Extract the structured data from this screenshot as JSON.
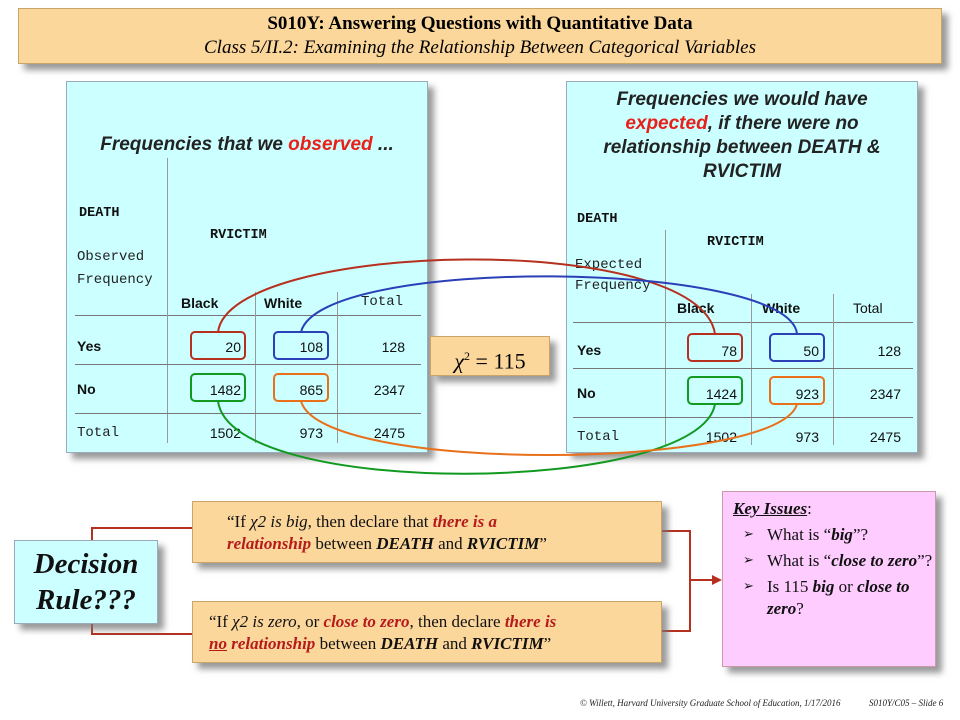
{
  "title": {
    "line1": "S010Y: Answering Questions with Quantitative Data",
    "line2": "Class 5/II.2:  Examining the Relationship Between Categorical Variables"
  },
  "observed": {
    "heading_pre": "Frequencies that we ",
    "heading_red": "observed",
    "heading_post": " ...",
    "row_var": "DEATH",
    "col_var": "RVICTIM",
    "freq_label_1": "Observed",
    "freq_label_2": "Frequency",
    "columns": [
      "Black",
      "White",
      "Total"
    ],
    "rows": [
      {
        "label": "Yes",
        "values": [
          "20",
          "108",
          "128"
        ]
      },
      {
        "label": "No",
        "values": [
          "1482",
          "865",
          "2347"
        ]
      },
      {
        "label": "Total",
        "values": [
          "1502",
          "973",
          "2475"
        ]
      }
    ]
  },
  "expected": {
    "heading_l1": "Frequencies we would have",
    "heading_red": "expected",
    "heading_l2_post": ", if there were no",
    "heading_l3": "relationship between DEATH &",
    "heading_l4": "RVICTIM",
    "row_var": "DEATH",
    "col_var": "RVICTIM",
    "freq_label_1": "Expected",
    "freq_label_2": "Frequency",
    "columns": [
      "Black",
      "White",
      "Total"
    ],
    "rows": [
      {
        "label": "Yes",
        "values": [
          "78",
          "50",
          "128"
        ]
      },
      {
        "label": "No",
        "values": [
          "1424",
          "923",
          "2347"
        ]
      },
      {
        "label": "Total",
        "values": [
          "1502",
          "973",
          "2475"
        ]
      }
    ]
  },
  "chi_square": {
    "symbol": "χ",
    "power": "2",
    "equals": "= 115"
  },
  "decision": {
    "line1": "Decision",
    "line2": "Rule???"
  },
  "rule1": {
    "open": "“If ",
    "chi": "χ2",
    "is_big": " is big",
    "mid": ", then declare that ",
    "there_is_a": "there is a",
    "relationship": "relationship",
    "between": " between ",
    "death": "DEATH",
    "and": " and ",
    "rvictim": "RVICTIM",
    "close": "”"
  },
  "rule2": {
    "open": "“If ",
    "chi": "χ2",
    "is_zero": " is zero,",
    "or": " or ",
    "close_to_zero": "close to zero",
    "mid": ", then declare ",
    "there_is": "there is",
    "no": "no",
    "relationship": " relationship",
    "between": " between ",
    "death": "DEATH",
    "and": " and ",
    "rvictim": "RVICTIM",
    "close": "”"
  },
  "key_issues": {
    "title": "Key Issues",
    "colon": ":",
    "items": [
      {
        "pre": "What is “",
        "em": "big",
        "post": "”?"
      },
      {
        "pre": "What is “",
        "em": "close to zero",
        "post": "”?"
      },
      {
        "pre": "Is 115 ",
        "em": "big",
        "mid": " or ",
        "em2": "close to zero",
        "post": "?"
      }
    ]
  },
  "footer": {
    "left": "© Willett, Harvard University Graduate School of Education, 1/17/2016",
    "right": "S010Y/C05 – Slide 6"
  },
  "colors": {
    "title_bg": "#fbd79c",
    "panel_bg": "#ccffff",
    "key_bg": "#ffccff",
    "red_curve": "#b5301f",
    "blue_curve": "#2a3fb8",
    "green_curve": "#119920",
    "orange_curve": "#e8701a"
  }
}
